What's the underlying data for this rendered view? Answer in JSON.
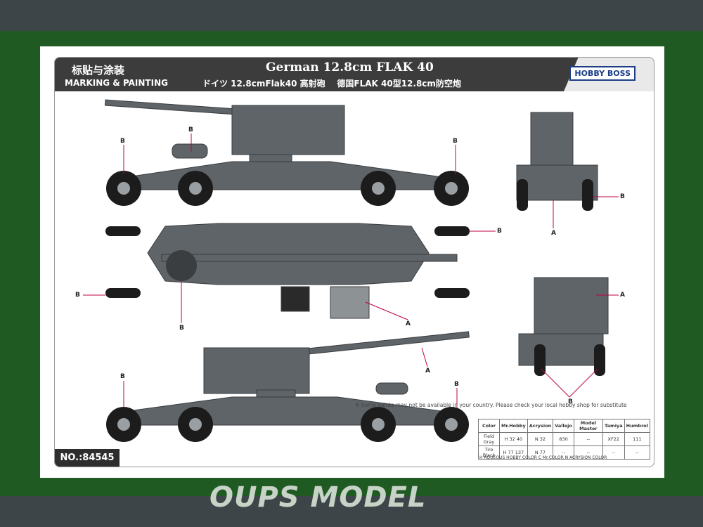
{
  "header": {
    "marking_cn": "标贴与涂装",
    "marking_en": "MARKING & PAINTING",
    "title": "German 12.8cm FLAK 40",
    "subtitle_jp": "ドイツ 12.8cmFlak40 高射砲",
    "subtitle_cn": "德国FLAK 40型12.8cm防空炮",
    "logo": "HOBBY BOSS"
  },
  "callouts": {
    "A": "A",
    "B": "B"
  },
  "code": "NO.:84545",
  "paint_table": {
    "columns": [
      "Color",
      "Mr.Hobby",
      "Acrysion",
      "Vallejo",
      "Model Master",
      "Tamiya",
      "Humbrol"
    ],
    "rows": [
      {
        "label": "Field Gray",
        "values": [
          "H 32 40",
          "N 32",
          "830",
          "--",
          "XF22",
          "111"
        ]
      },
      {
        "label": "Tire Black",
        "values": [
          "H 77 137",
          "N 77",
          "--",
          "--",
          "--",
          "--"
        ]
      }
    ],
    "legend": "H AQUEOUS HOBBY COLOR   C Mr.COLOR   N ACRYSION COLOR"
  },
  "notice": "※ Some paints may not be available in your country. Please check your local hobby shop for substitute",
  "watermark": "OUPS MODEL",
  "colors": {
    "background": "#1f5a23",
    "bar": "#3e4549",
    "header": "#3c3c3c",
    "gun": "#5f6468",
    "accent": "#c0004a",
    "logo": "#1b3e86"
  }
}
